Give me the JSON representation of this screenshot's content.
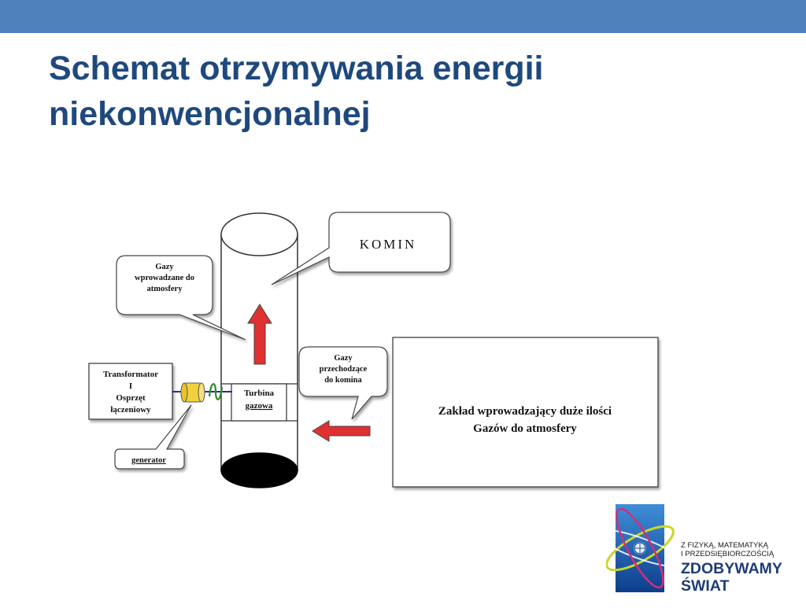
{
  "slide": {
    "title_lines": [
      "Schemat otrzymywania energii",
      "niekonwencjonalnej"
    ],
    "accent_color": "#4f81bd",
    "title_color": "#1f497d"
  },
  "diagram": {
    "komin_label": "KOMIN",
    "gases_out_lines": [
      "Gazy",
      "wprowadzane do",
      "atmosfery"
    ],
    "gases_in_lines": [
      "Gazy",
      "przechodzące",
      "do komina"
    ],
    "turbine_lines": [
      "Turbina",
      "gazowa"
    ],
    "transformer_lines": [
      "Transformator",
      "I",
      "Osprzęt",
      "łączeniowy"
    ],
    "generator_label": "generator",
    "plant_lines": [
      "Zakład wprowadzający duże ilości",
      "Gazów do atmosfery"
    ],
    "arrow_color": "#e03030"
  },
  "logo": {
    "tagline_lines": [
      "Z FIZYKĄ, MATEMATYKĄ",
      "I PRZEDSIĘBIORCZOŚCIĄ"
    ],
    "name_lines": [
      "ZDOBYWAMY",
      "ŚWIAT"
    ]
  }
}
